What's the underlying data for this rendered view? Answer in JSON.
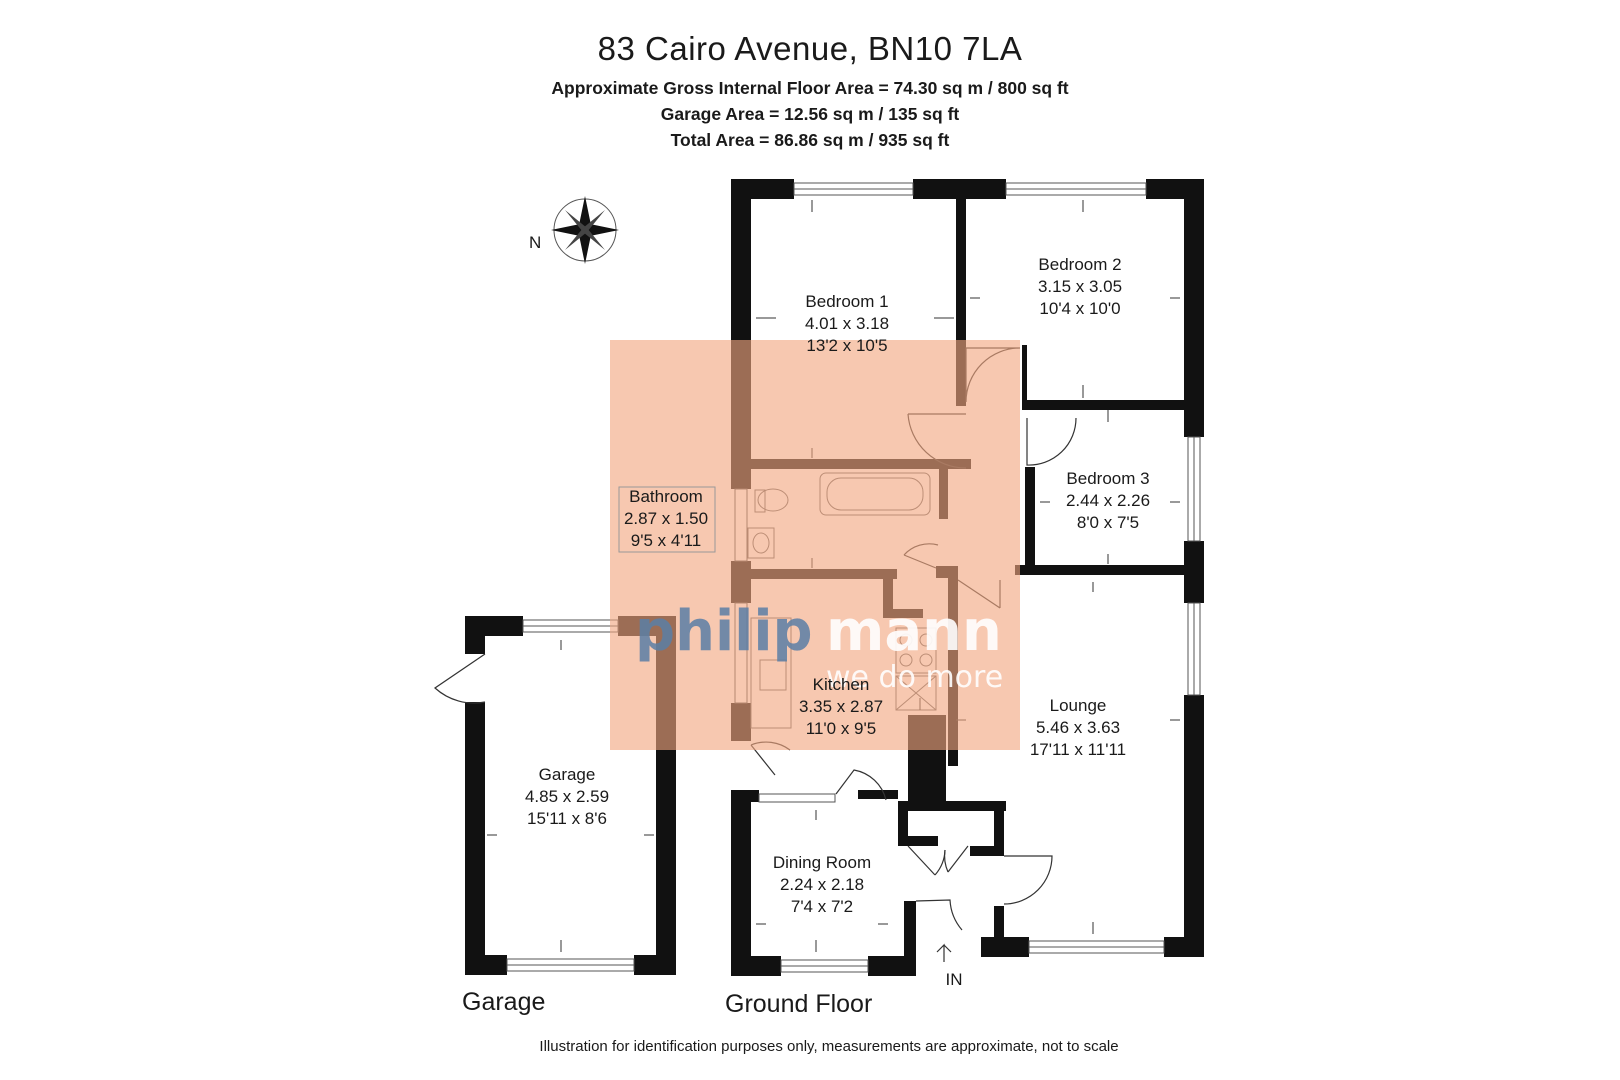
{
  "header": {
    "title": "83 Cairo Avenue,  BN10 7LA",
    "gross_area": "Approximate Gross Internal Floor Area = 74.30 sq m / 800 sq ft",
    "garage_area": "Garage Area = 12.56 sq m / 135 sq ft",
    "total_area": "Total Area = 86.86 sq m / 935 sq ft"
  },
  "compass": {
    "north_label": "N"
  },
  "rooms": {
    "bedroom1": {
      "name": "Bedroom 1",
      "metric": "4.01 x 3.18",
      "imperial": "13'2 x 10'5"
    },
    "bedroom2": {
      "name": "Bedroom 2",
      "metric": "3.15 x 3.05",
      "imperial": "10'4 x 10'0"
    },
    "bedroom3": {
      "name": "Bedroom 3",
      "metric": "2.44 x 2.26",
      "imperial": "8'0 x 7'5"
    },
    "bathroom": {
      "name": "Bathroom",
      "metric": "2.87 x 1.50",
      "imperial": "9'5 x 4'11"
    },
    "kitchen": {
      "name": "Kitchen",
      "metric": "3.35 x 2.87",
      "imperial": "11'0 x 9'5"
    },
    "lounge": {
      "name": "Lounge",
      "metric": "5.46 x 3.63",
      "imperial": "17'11 x 11'11"
    },
    "garage": {
      "name": "Garage",
      "metric": "4.85 x 2.59",
      "imperial": "15'11 x 8'6"
    },
    "dining": {
      "name": "Dining Room",
      "metric": "2.24 x 2.18",
      "imperial": "7'4 x 7'2"
    }
  },
  "entrance_label": "IN",
  "floor_labels": {
    "garage": "Garage",
    "ground": "Ground Floor"
  },
  "watermark": {
    "brand_a": "philip",
    "brand_b": "mann",
    "tagline": "we do more"
  },
  "disclaimer": "Illustration for identification purposes only, measurements are approximate, not to scale",
  "colors": {
    "wall": "#111111",
    "overlay": "#f2a77f",
    "watermark_blue": "#5b7fa6",
    "watermark_white": "#ffffff"
  }
}
